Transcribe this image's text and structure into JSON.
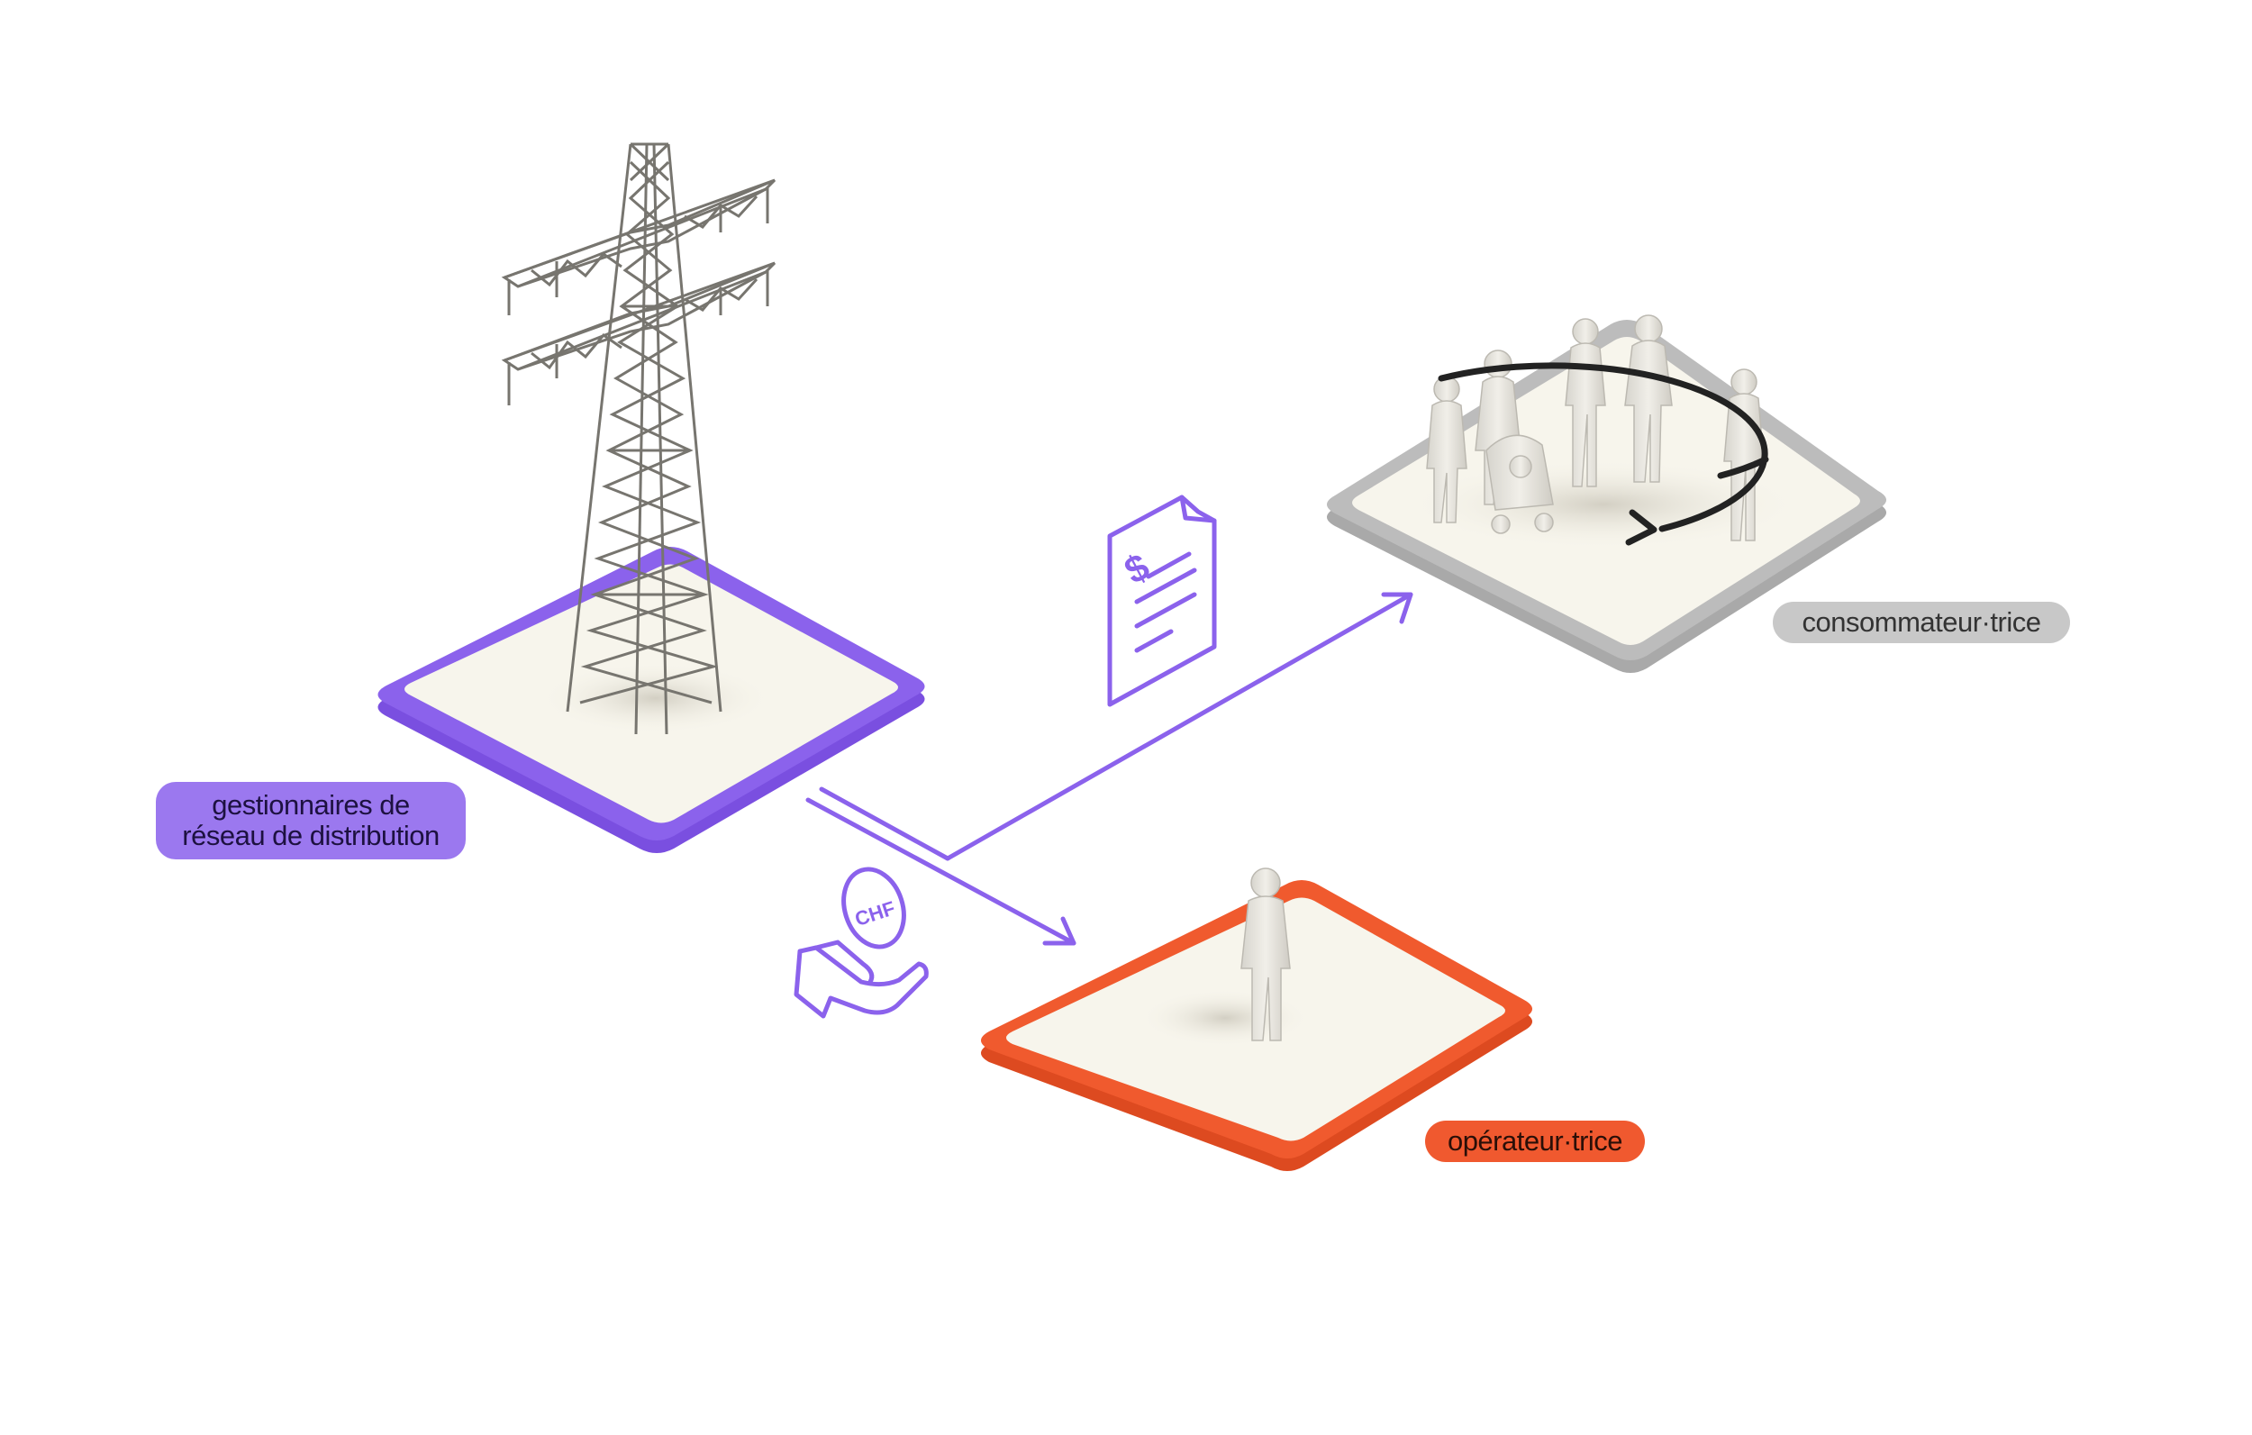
{
  "actors": {
    "dso": {
      "label_line1": "gestionnaires de",
      "label_line2": "réseau de distribution",
      "color": "#8b62ec",
      "icon": "transmission-tower"
    },
    "consumer": {
      "label": "consommateur·trice",
      "color": "#b5b5b5",
      "icon": "group-of-people"
    },
    "operator": {
      "label": "opérateur·trice",
      "color": "#f05a2e",
      "icon": "person"
    }
  },
  "icons": {
    "invoice": {
      "name": "invoice-dollar-icon",
      "symbol": "$"
    },
    "payment": {
      "name": "hand-coin-icon",
      "symbol": "CHF"
    }
  },
  "colors": {
    "flow": "#8b62ec",
    "tile_surface": "#f7f5ec",
    "cycle_arrow": "#222222"
  }
}
